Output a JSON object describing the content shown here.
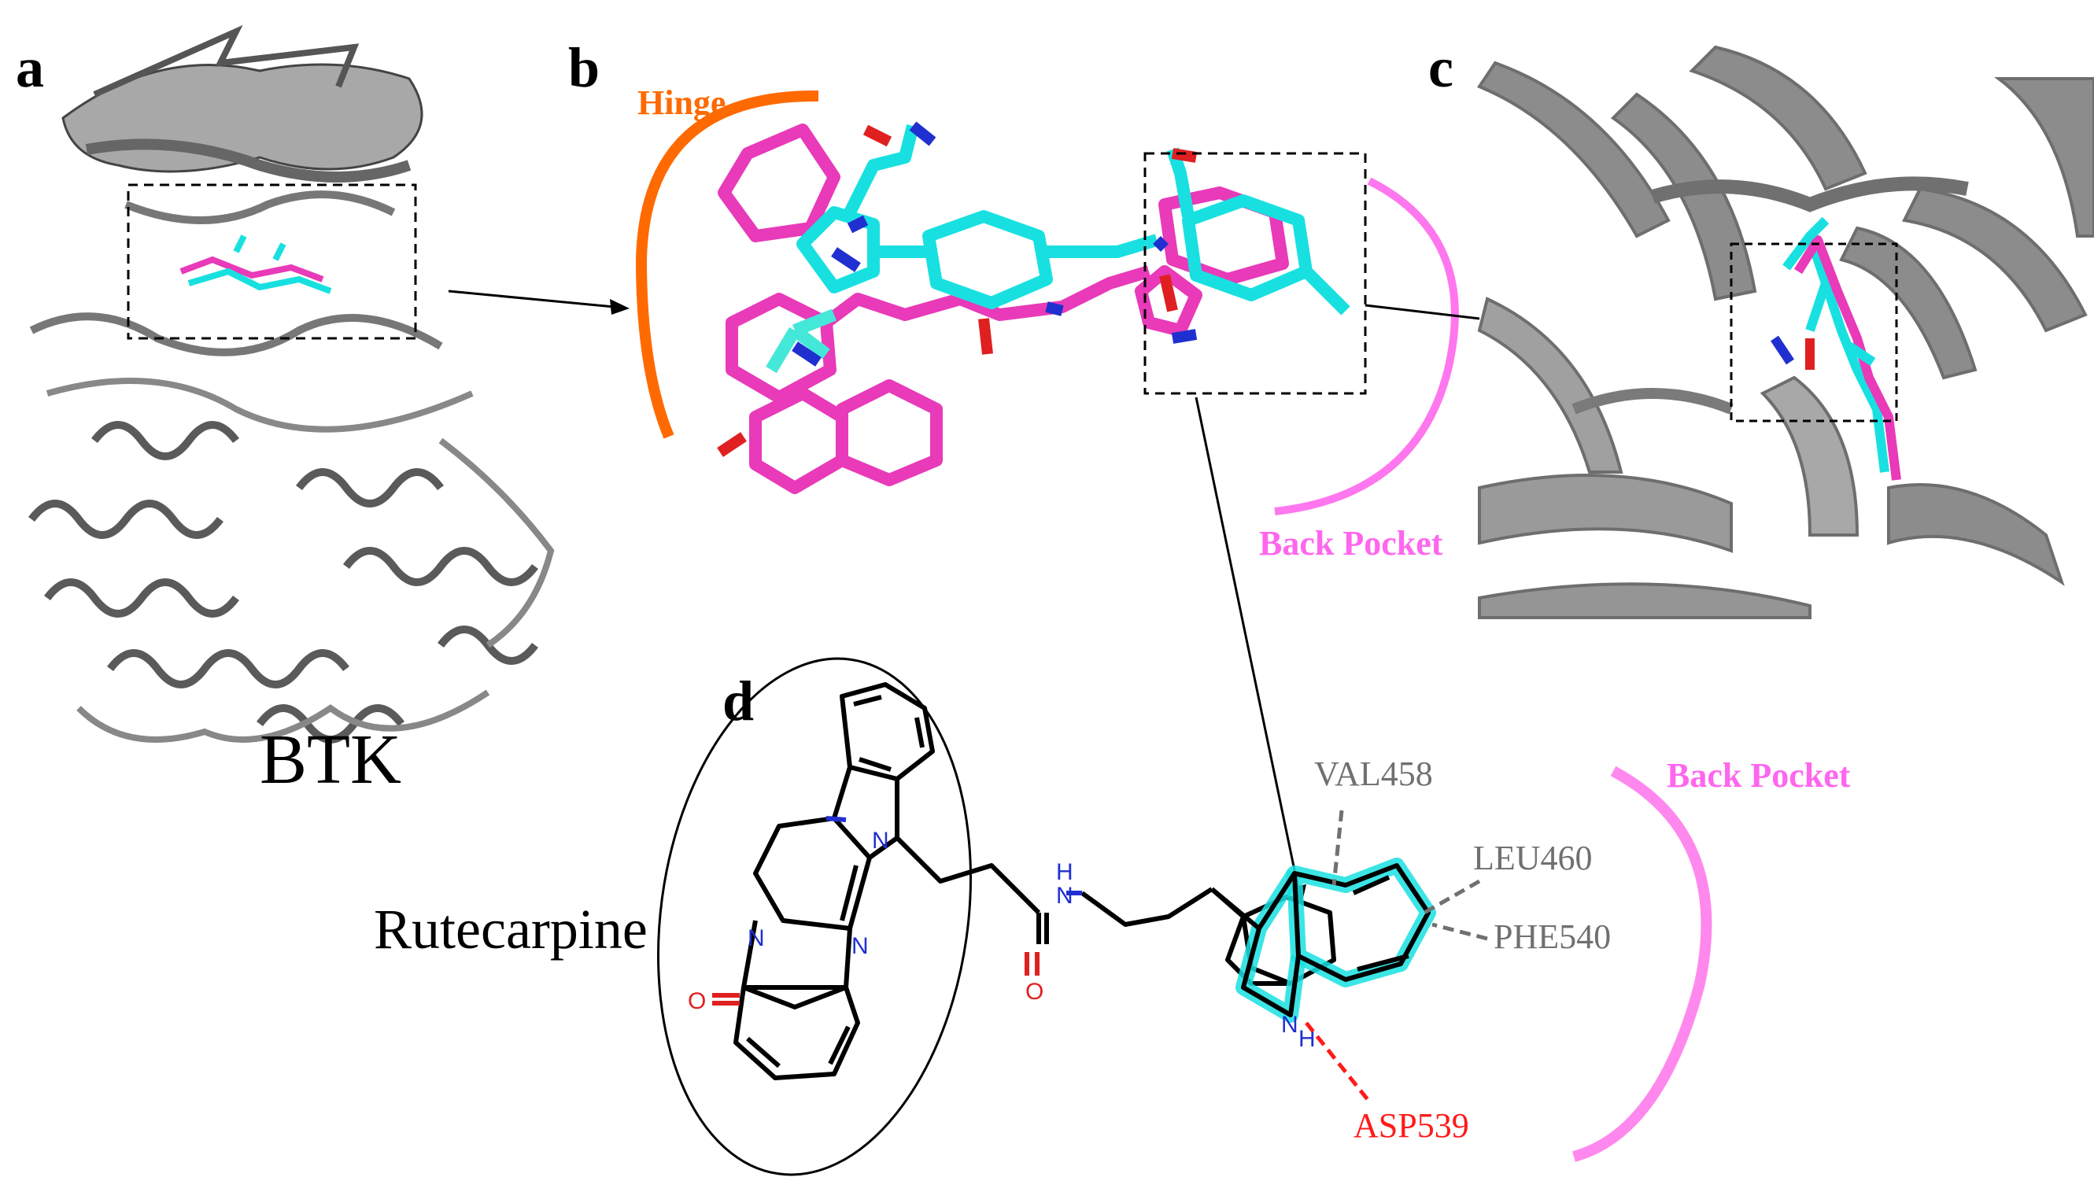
{
  "panels": {
    "a": "a",
    "b": "b",
    "c": "c",
    "d": "d"
  },
  "labels": {
    "protein": "BTK",
    "hinge": "Hinge",
    "back_pocket_b": "Back Pocket",
    "back_pocket_d": "Back Pocket",
    "compound": "Rutecarpine"
  },
  "residues": {
    "val": "VAL458",
    "leu": "LEU460",
    "phe": "PHE540",
    "asp": "ASP539"
  },
  "atoms": {
    "n_indole_core": "N",
    "nh_amide": "H",
    "n_amide": "N",
    "o_amide": "O",
    "o_carbonyl": "O",
    "n_amide_ring": "N",
    "n_imine": "N",
    "n_indole": "N",
    "h_indole": "H"
  },
  "colors": {
    "cyan_ligand": "#19e0e0",
    "magenta_ligand": "#e83ab9",
    "hinge": "#ff6a00",
    "back_pocket": "#ff77ee",
    "protein_gray": "#8c8c8c",
    "residue_gray": "#707070",
    "asp_red": "#ff1a1a"
  }
}
